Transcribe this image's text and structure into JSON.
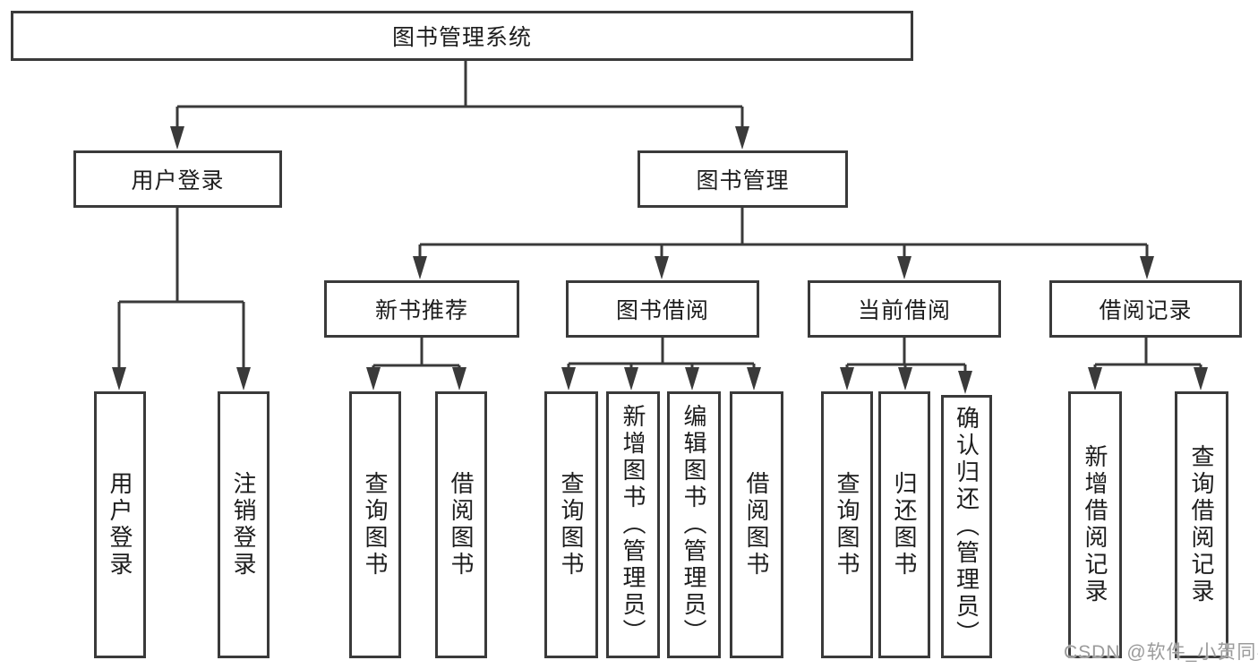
{
  "tree": {
    "root": {
      "label": "图书管理系统"
    },
    "level2": [
      {
        "label": "用户登录"
      },
      {
        "label": "图书管理"
      }
    ],
    "level3": [
      {
        "label": "新书推荐"
      },
      {
        "label": "图书借阅"
      },
      {
        "label": "当前借阅"
      },
      {
        "label": "借阅记录"
      }
    ],
    "leaves": {
      "user_login": [
        {
          "label": "用户登录"
        },
        {
          "label": "注销登录"
        }
      ],
      "new_book_recommend": [
        {
          "label": "查询图书"
        },
        {
          "label": "借阅图书"
        }
      ],
      "book_borrow": [
        {
          "label": "查询图书"
        },
        {
          "label": "新增图书（管理员）"
        },
        {
          "label": "编辑图书（管理员）"
        },
        {
          "label": "借阅图书"
        }
      ],
      "current_borrow": [
        {
          "label": "查询图书"
        },
        {
          "label": "归还图书"
        },
        {
          "label": "确认归还（管理员）"
        }
      ],
      "borrow_record": [
        {
          "label": "新增借阅记录"
        },
        {
          "label": "查询借阅记录"
        }
      ]
    }
  },
  "watermark": "CSDN @软件_小贺同学",
  "colors": {
    "line": "#3a3a3a",
    "text": "#1d1d1d",
    "watermark": "#9b9b9b",
    "background": "#ffffff"
  }
}
